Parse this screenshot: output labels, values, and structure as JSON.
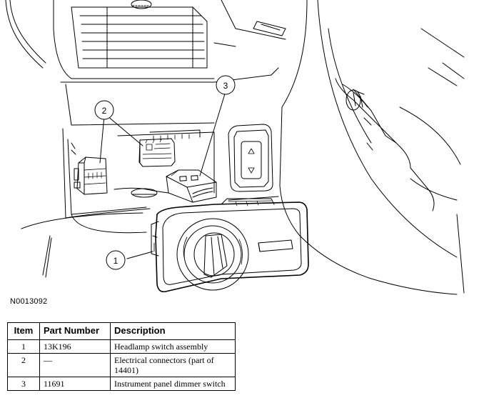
{
  "figure": {
    "id": "N0013092",
    "callouts": [
      "1",
      "2",
      "3"
    ]
  },
  "parts_table": {
    "headers": [
      "Item",
      "Part Number",
      "Description"
    ],
    "rows": [
      {
        "item": "1",
        "part_number": "13K196",
        "description": "Headlamp switch assembly"
      },
      {
        "item": "2",
        "part_number": "—",
        "description": "Electrical connectors (part of 14401)"
      },
      {
        "item": "3",
        "part_number": "11691",
        "description": "Instrument panel dimmer switch"
      }
    ]
  }
}
